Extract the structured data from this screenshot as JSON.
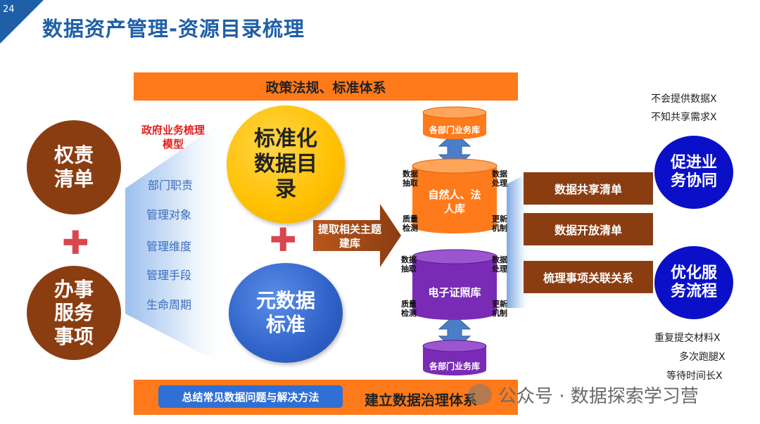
{
  "page_number": "24",
  "title": "数据资产管理-资源目录梳理",
  "top_bar": "政策法规、标准体系",
  "left": {
    "circle_top": "权责清单",
    "circle_bottom": "办事服务事项"
  },
  "model": {
    "title": "政府业务梳理模型",
    "items": [
      "部门职责",
      "管理对象",
      "管理维度",
      "管理手段",
      "生命周期"
    ]
  },
  "center": {
    "yellow": "标准化数据目录",
    "blue": "元数据标准",
    "arrow": "提取相关主题建库"
  },
  "db": {
    "top": "各部门业务库",
    "orange": "自然人、法人库",
    "purple": "电子证照库",
    "bottom": "各部门业务库",
    "extract": "数据抽取",
    "quality": "质量检测",
    "process": "数据处理",
    "update": "更新机制"
  },
  "lists": [
    "数据共享清单",
    "数据开放清单",
    "梳理事项关联关系"
  ],
  "right": {
    "circle_top": "促进业务协同",
    "circle_bottom": "优化服务流程",
    "notes_top": [
      "不会提供数据X",
      "不知共享需求X"
    ],
    "notes_bottom": [
      "重复提交材料X",
      "多次跑腿X",
      "等待时间长X"
    ]
  },
  "bottom": {
    "button": "总结常见数据问题与解决方法",
    "bar": "建立数据治理体系"
  },
  "watermark": "公众号 · 数据探索学习营",
  "colors": {
    "orange": "#ff7a1a",
    "brown": "#8b3d12",
    "blue": "#1f5fa8",
    "navy": "#0a10c8",
    "purple": "#7a2bb5",
    "yellow": "#ffc000"
  }
}
